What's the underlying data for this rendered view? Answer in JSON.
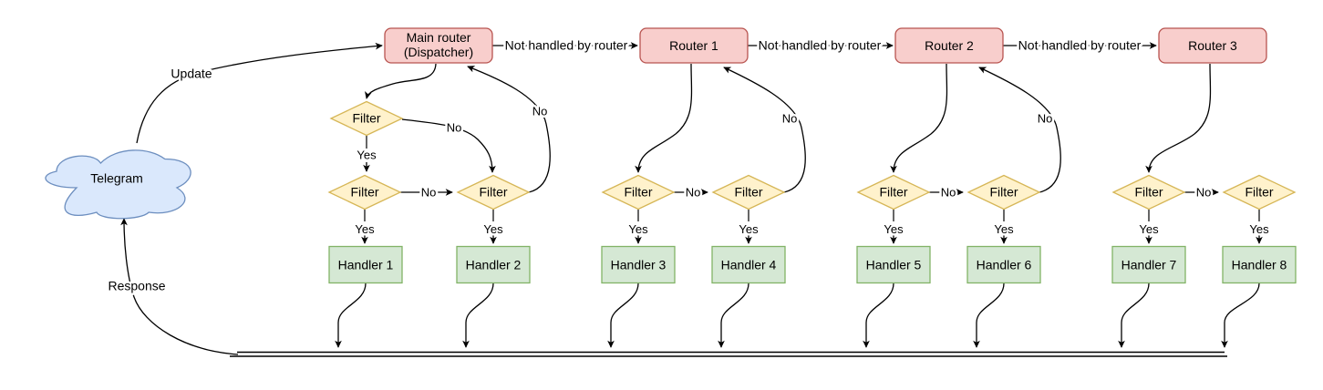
{
  "diagram": {
    "cloud": {
      "label": "Telegram"
    },
    "nodes": {
      "dispatcher": {
        "line1": "Main router",
        "line2": "(Dispatcher)"
      },
      "routers": [
        "Router 1",
        "Router 2",
        "Router 3"
      ],
      "filter": "Filter",
      "handlers": [
        "Handler 1",
        "Handler 2",
        "Handler 3",
        "Handler 4",
        "Handler 5",
        "Handler 6",
        "Handler 7",
        "Handler 8"
      ]
    },
    "edge_labels": {
      "update": "Update",
      "response": "Response",
      "not_handled": "Not handled by router",
      "yes": "Yes",
      "no": "No"
    },
    "colors": {
      "router_fill": "#f8cecc",
      "router_stroke": "#b85450",
      "filter_fill": "#fff2cc",
      "filter_stroke": "#d6b656",
      "handler_fill": "#d5e8d4",
      "handler_stroke": "#82b366",
      "cloud_fill": "#dae8fc",
      "cloud_stroke": "#6c8ebf",
      "edge": "#000000"
    }
  }
}
